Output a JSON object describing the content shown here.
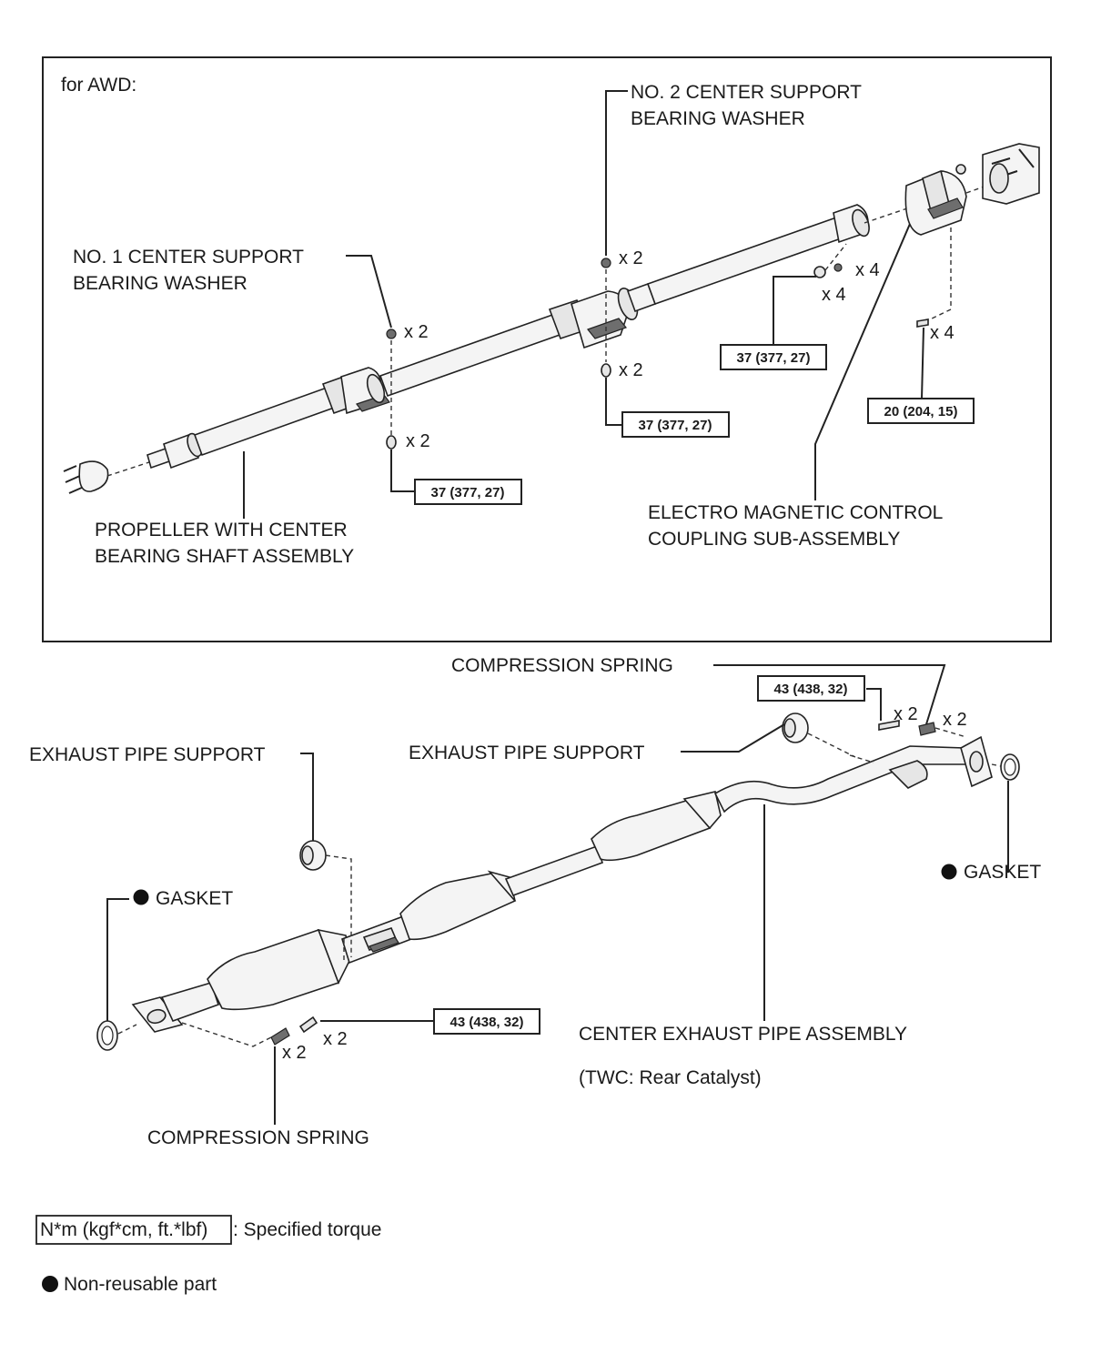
{
  "awd_section": {
    "title": "for AWD:",
    "labels": {
      "no2_washer_l1": "NO. 2 CENTER SUPPORT",
      "no2_washer_l2": "BEARING WASHER",
      "no1_washer_l1": "NO. 1 CENTER SUPPORT",
      "no1_washer_l2": "BEARING WASHER",
      "propeller_l1": "PROPELLER WITH CENTER",
      "propeller_l2": "BEARING SHAFT ASSEMBLY",
      "coupling_l1": "ELECTRO MAGNETIC CONTROL",
      "coupling_l2": "COUPLING SUB-ASSEMBLY"
    },
    "quantities": {
      "q_no2_top": "x 2",
      "q_no2_bot": "x 2",
      "q_no1_top": "x 2",
      "q_no1_bot": "x 2",
      "q_nut_a": "x 4",
      "q_nut_b": "x 4",
      "q_bolt": "x 4"
    },
    "torques": {
      "t_mid": "37 (377, 27)",
      "t_left": "37 (377, 27)",
      "t_right": "37 (377, 27)",
      "t_coupling": "20 (204, 15)"
    }
  },
  "exhaust_section": {
    "labels": {
      "compression_spring_top": "COMPRESSION SPRING",
      "compression_spring_bottom": "COMPRESSION SPRING",
      "support_left": "EXHAUST PIPE SUPPORT",
      "support_right": "EXHAUST PIPE SUPPORT",
      "gasket_left": "GASKET",
      "gasket_right": "GASKET",
      "center_pipe": "CENTER EXHAUST PIPE ASSEMBLY",
      "twc": "(TWC: Rear Catalyst)"
    },
    "quantities": {
      "q_top_bolt": "x 2",
      "q_top_spring": "x 2",
      "q_bot_bolt": "x 2",
      "q_bot_spring": "x 2"
    },
    "torques": {
      "t_top": "43 (438, 32)",
      "t_bottom": "43 (438, 32)"
    }
  },
  "legend": {
    "torque_box": "N*m (kgf*cm, ft.*lbf)",
    "torque_text": ": Specified torque",
    "nonreusable_text": "Non-reusable part"
  }
}
